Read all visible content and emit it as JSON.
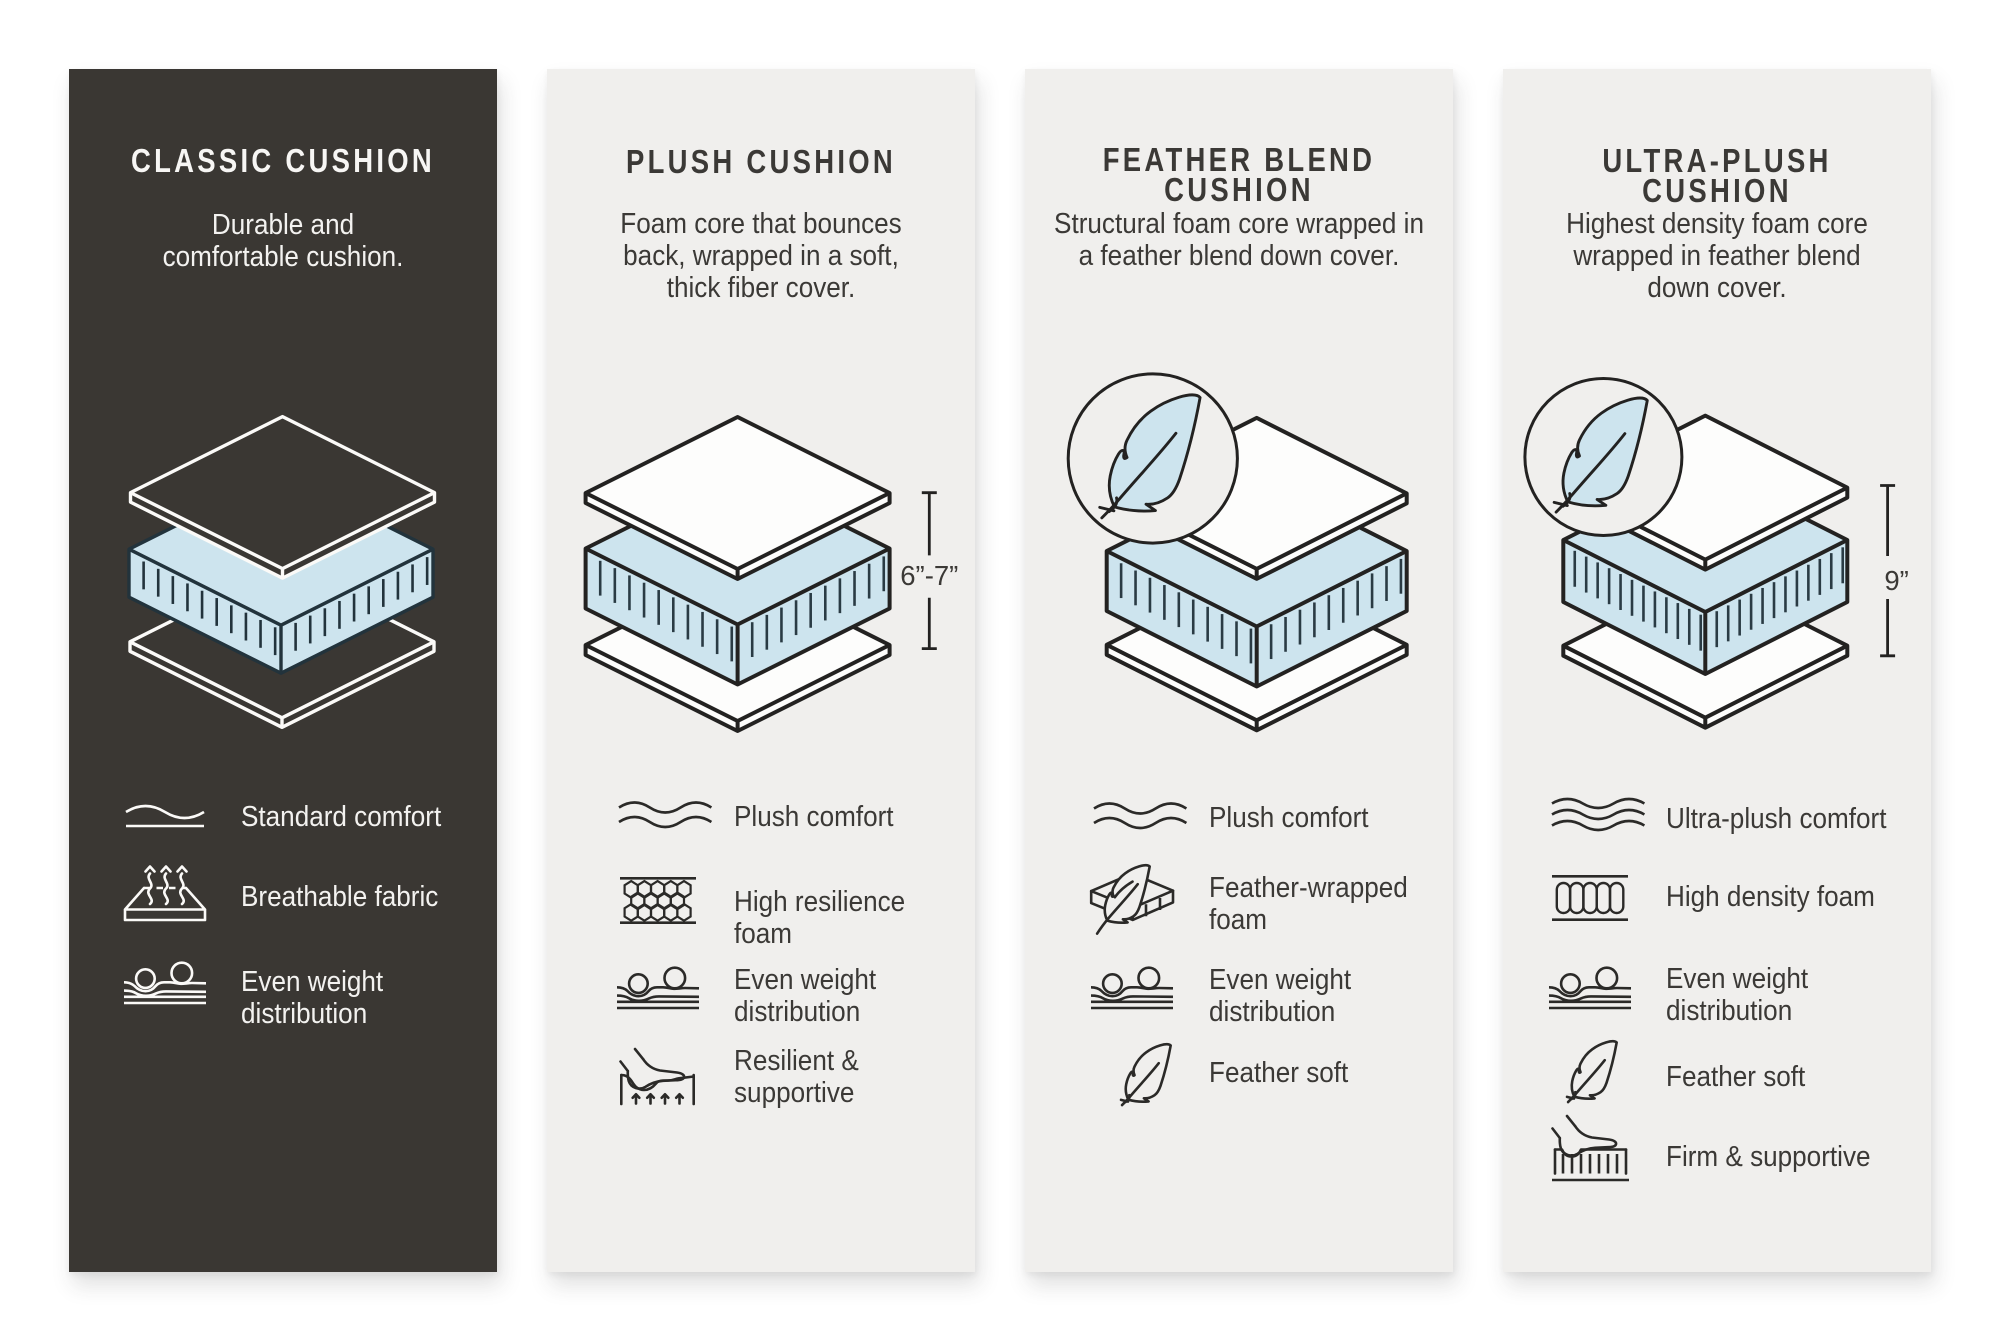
{
  "page": {
    "background": "#ffffff",
    "description": "Cushion comparison infographic with four vertical panels"
  },
  "colors": {
    "panel_dark_bg": "#3a3733",
    "panel_light_bg": "#f0efed",
    "foam_blue": "#cde4ee",
    "ink_on_light": "#3b3936",
    "ink_on_dark": "#f3f2f0",
    "line_on_light": "#232221",
    "line_on_dark": "#fbfaf8",
    "hatch_blue_dark": "#2a3b44"
  },
  "panels": [
    {
      "id": "classic-cushion",
      "theme": "dark",
      "title_lines": [
        "CLASSIC CUSHION"
      ],
      "subtitle_lines": [
        "Durable and",
        "comfortable cushion."
      ],
      "diagram": {
        "layers": [
          "top cover",
          "foam core",
          "bottom cover"
        ],
        "feather_badge": false,
        "dimension_label": null
      },
      "features": [
        {
          "icon": "wave-single-icon",
          "lines": [
            "Standard comfort"
          ]
        },
        {
          "icon": "breathable-fabric-icon",
          "lines": [
            "Breathable fabric"
          ]
        },
        {
          "icon": "even-weight-icon",
          "lines": [
            "Even weight",
            "distribution"
          ]
        }
      ]
    },
    {
      "id": "plush-cushion",
      "theme": "light",
      "title_lines": [
        "PLUSH CUSHION"
      ],
      "subtitle_lines": [
        "Foam core that bounces",
        "back, wrapped in a soft,",
        "thick fiber cover."
      ],
      "diagram": {
        "layers": [
          "top cover",
          "foam core",
          "bottom cover"
        ],
        "feather_badge": false,
        "dimension_label": "6”-7”"
      },
      "features": [
        {
          "icon": "wave-double-icon",
          "lines": [
            "Plush comfort"
          ]
        },
        {
          "icon": "honeycomb-foam-icon",
          "lines": [
            "High resilience",
            "foam"
          ]
        },
        {
          "icon": "even-weight-icon",
          "lines": [
            "Even weight",
            "distribution"
          ]
        },
        {
          "icon": "resilient-support-icon",
          "lines": [
            "Resilient &",
            "supportive"
          ]
        }
      ]
    },
    {
      "id": "feather-blend-cushion",
      "theme": "light",
      "title_lines": [
        "FEATHER BLEND",
        "CUSHION"
      ],
      "subtitle_lines": [
        "Structural foam core wrapped in",
        "a feather blend down cover."
      ],
      "diagram": {
        "layers": [
          "top cover",
          "foam core",
          "bottom cover"
        ],
        "feather_badge": true,
        "dimension_label": null
      },
      "features": [
        {
          "icon": "wave-double-icon",
          "lines": [
            "Plush comfort"
          ]
        },
        {
          "icon": "feather-wrapped-foam-icon",
          "lines": [
            "Feather-wrapped",
            "foam"
          ]
        },
        {
          "icon": "even-weight-icon",
          "lines": [
            "Even weight",
            "distribution"
          ]
        },
        {
          "icon": "feather-icon",
          "lines": [
            "Feather soft"
          ]
        }
      ]
    },
    {
      "id": "ultra-plush-cushion",
      "theme": "light",
      "title_lines": [
        "ULTRA-PLUSH",
        "CUSHION"
      ],
      "subtitle_lines": [
        "Highest density foam core",
        "wrapped in feather blend",
        "down cover."
      ],
      "diagram": {
        "layers": [
          "top cover",
          "foam core",
          "bottom cover"
        ],
        "feather_badge": true,
        "dimension_label": "9”"
      },
      "features": [
        {
          "icon": "wave-triple-icon",
          "lines": [
            "Ultra-plush comfort"
          ]
        },
        {
          "icon": "density-foam-icon",
          "lines": [
            "High density foam"
          ]
        },
        {
          "icon": "even-weight-icon",
          "lines": [
            "Even weight",
            "distribution"
          ]
        },
        {
          "icon": "feather-icon",
          "lines": [
            "Feather soft"
          ]
        },
        {
          "icon": "firm-support-icon",
          "lines": [
            "Firm & supportive"
          ]
        }
      ]
    }
  ]
}
